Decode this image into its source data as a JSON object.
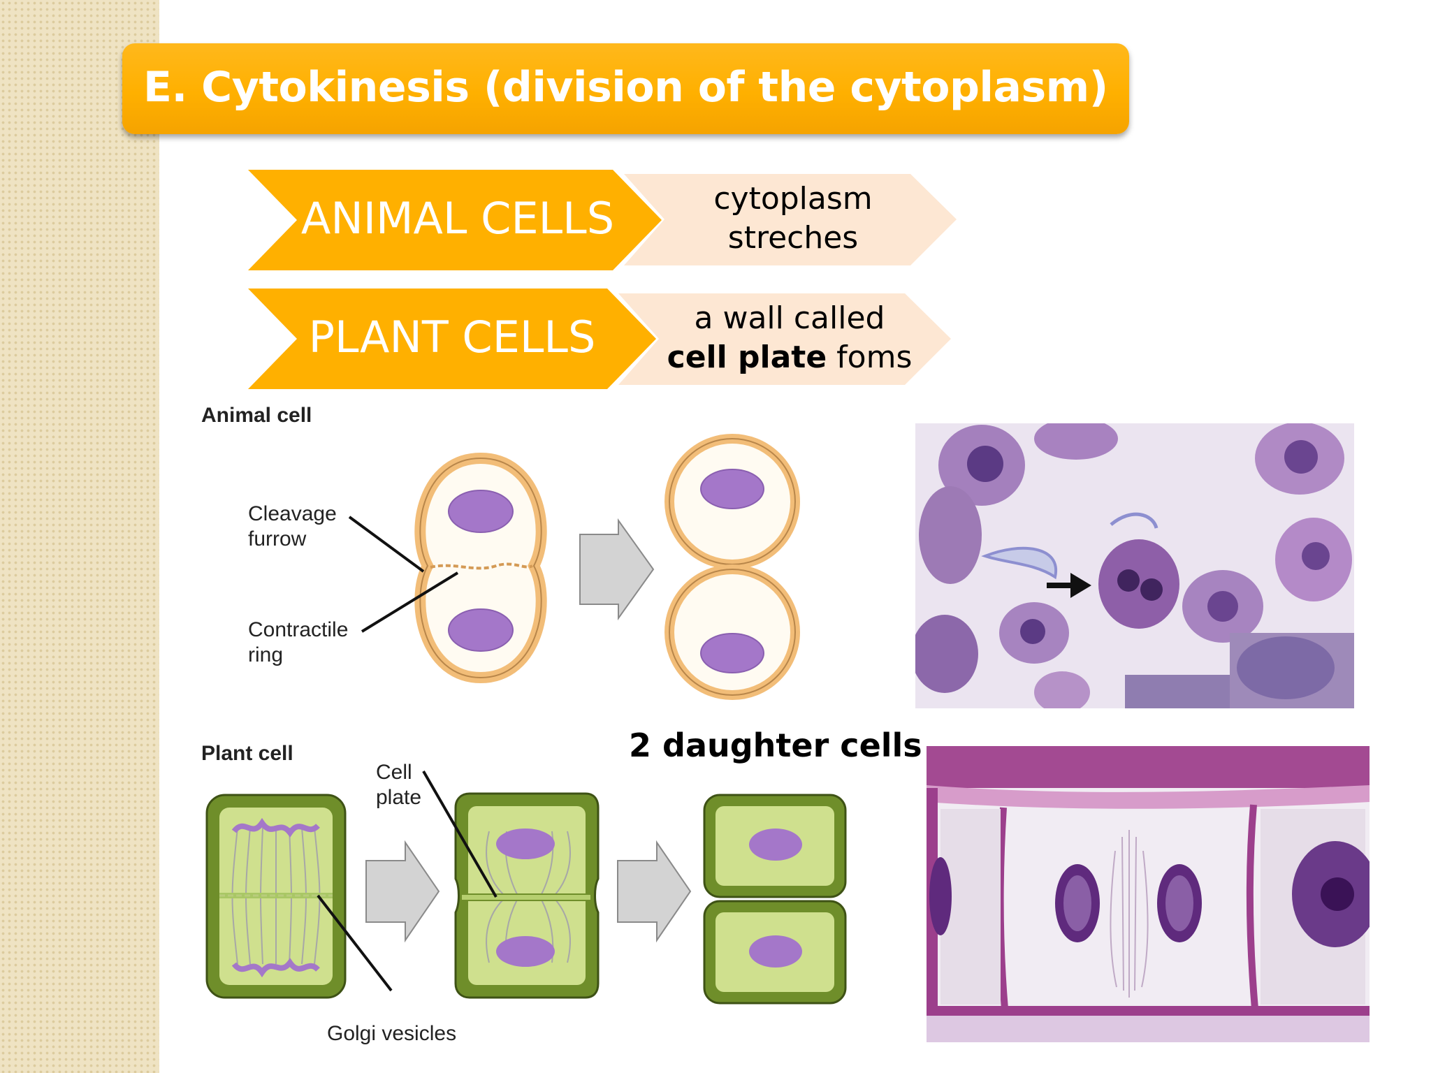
{
  "title": "E. Cytokinesis (division of the cytoplasm)",
  "colors": {
    "accent": "#ffb000",
    "chevron_light": "#fde7d3",
    "nucleus": "#a477c9",
    "animal_membrane": "#f2bd78",
    "plant_wall": "#6f8e2a",
    "plant_cytoplasm": "#cfe08e"
  },
  "rows": [
    {
      "label": "ANIMAL CELLS",
      "desc_line1": "cytoplasm",
      "desc_line2": "streches",
      "desc_bold": "",
      "desc_tail": ""
    },
    {
      "label": "PLANT CELLS",
      "desc_line1": "a wall called",
      "desc_line2": "",
      "desc_bold": "cell plate",
      "desc_tail": " foms"
    }
  ],
  "animal_diagram": {
    "heading": "Animal cell",
    "label_furrow_1": "Cleavage",
    "label_furrow_2": "furrow",
    "label_ring_1": "Contractile",
    "label_ring_2": "ring"
  },
  "plant_diagram": {
    "heading": "Plant cell",
    "label_plate_1": "Cell",
    "label_plate_2": "plate",
    "label_golgi": "Golgi vesicles"
  },
  "caption": "2 daughter cells"
}
